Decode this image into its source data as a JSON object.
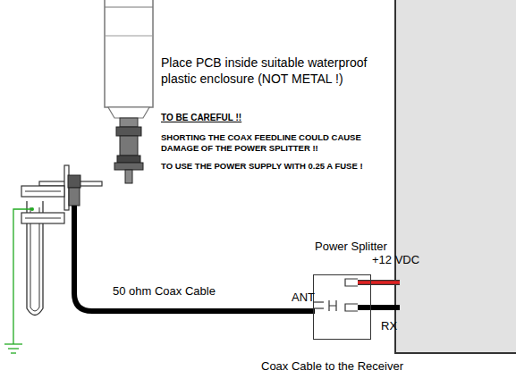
{
  "diagram": {
    "nodes": [
      {
        "text": [
          "Power Splitter"
        ]
      }
    ],
    "labels": [
      "Place PCB inside suitable waterproof plastic enclosure (NOT METAL !)",
      "TO BE CAREFUL !!",
      "SHORTING THE COAX FEEDLINE COULD CAUSE DAMAGE OF THE POWER SPLITTER !!",
      "TO USE THE POWER SUPPLY WITH 0.25 A FUSE !",
      "50 ohm Coax Cable",
      "ANT",
      "+12 VDC",
      "RX",
      "Coax Cable to the Receiver"
    ]
  }
}
